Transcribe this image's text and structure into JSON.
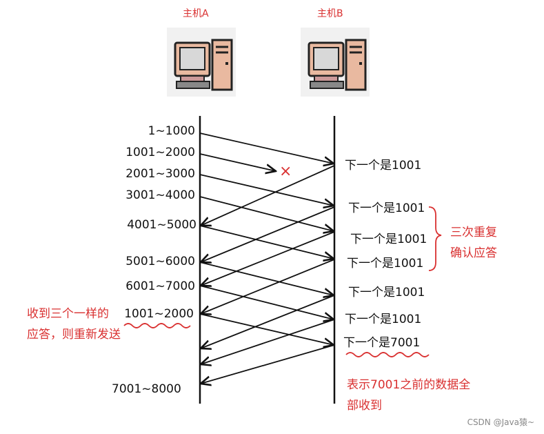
{
  "hosts": {
    "a_label": "主机A",
    "b_label": "主机B"
  },
  "left_labels": [
    "1~1000",
    "1001~2000",
    "2001~3000",
    "3001~4000",
    "4001~5000",
    "5001~6000",
    "6001~7000",
    "1001~2000",
    "7001~8000"
  ],
  "right_labels": [
    "下一个是1001",
    "下一个是1001",
    "下一个是1001",
    "下一个是1001",
    "下一个是1001",
    "下一个是1001",
    "下一个是7001"
  ],
  "lost_marker": "×",
  "notes": {
    "triple_ack_line1": "三次重复",
    "triple_ack_line2": "确认应答",
    "resend_line1": "收到三个一样的",
    "resend_line2": "应答，则重新发送",
    "received_line1": "表示7001之前的数据全",
    "received_line2": "部收到"
  },
  "watermark": "CSDN @Java猿~",
  "colors": {
    "accent": "#d93030",
    "line": "#111111"
  }
}
